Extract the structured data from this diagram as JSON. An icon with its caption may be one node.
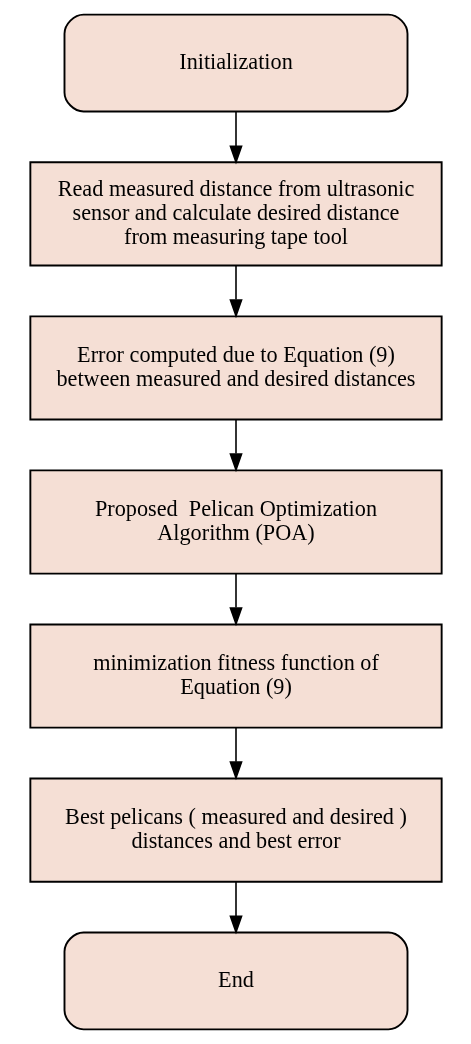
{
  "diagram": {
    "nodes": [
      {
        "text": [
          "Initialization"
        ]
      },
      {
        "text": [
          "Read measured distance from ultrasonic sensor and calculate desired distance from measuring tape tool"
        ]
      },
      {
        "text": [
          "Error computed due to Equation (9) between measured and desired distances"
        ]
      },
      {
        "text": [
          "Proposed  Pelican Optimization Algorithm (POA)"
        ]
      },
      {
        "text": [
          "minimization fitness function of Equation (9)"
        ]
      },
      {
        "text": [
          "Best pelicans ( measured and desired ) distances and best error"
        ]
      },
      {
        "text": [
          "End"
        ]
      }
    ],
    "edges": [
      {
        "from": 0,
        "to": 1,
        "arrow": "to"
      },
      {
        "from": 1,
        "to": 2,
        "arrow": "to"
      },
      {
        "from": 2,
        "to": 3,
        "arrow": "to"
      },
      {
        "from": 3,
        "to": 4,
        "arrow": "to"
      },
      {
        "from": 4,
        "to": 5,
        "arrow": "to"
      },
      {
        "from": 5,
        "to": 6,
        "arrow": "to"
      }
    ]
  }
}
